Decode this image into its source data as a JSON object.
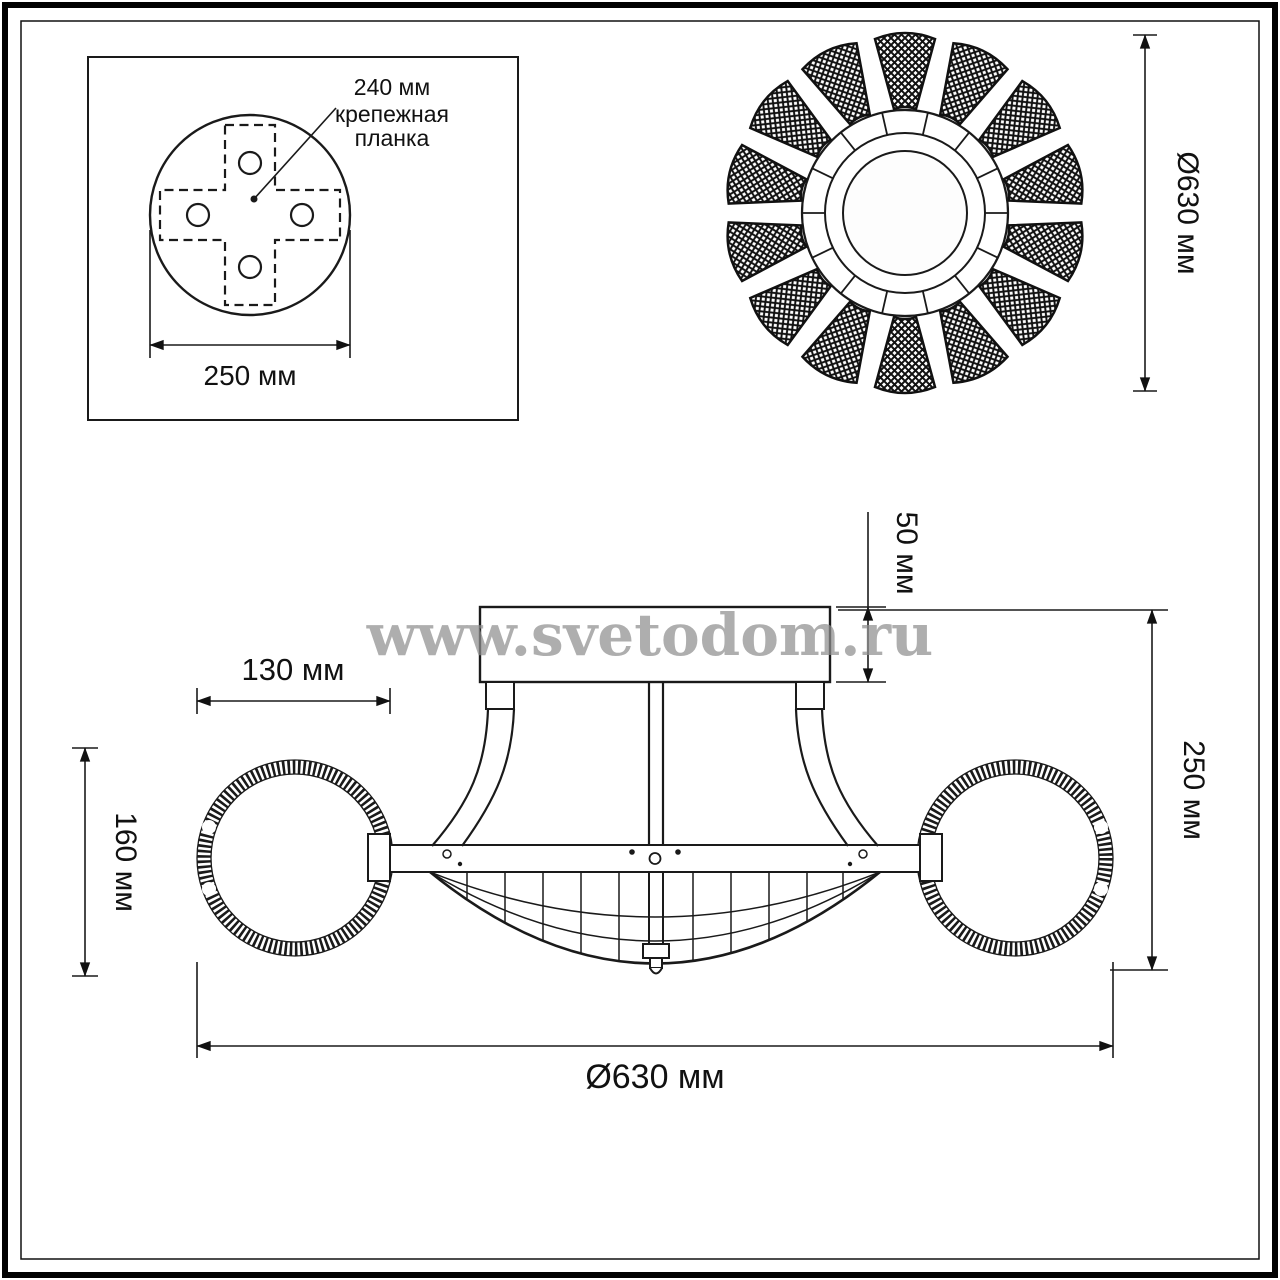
{
  "watermark": "www.svetodom.ru",
  "mount_plate": {
    "dim_offset": "240 мм",
    "label_line1": "крепежная",
    "label_line2": "планка",
    "dim_width": "250 мм"
  },
  "top_view": {
    "dim_diameter": "Ø630 мм"
  },
  "side_view": {
    "dim_arm_offset": "130 мм",
    "dim_canopy_height": "50 мм",
    "dim_shade_height": "160 мм",
    "dim_total_height": "250 мм",
    "dim_diameter": "Ø630 мм"
  }
}
